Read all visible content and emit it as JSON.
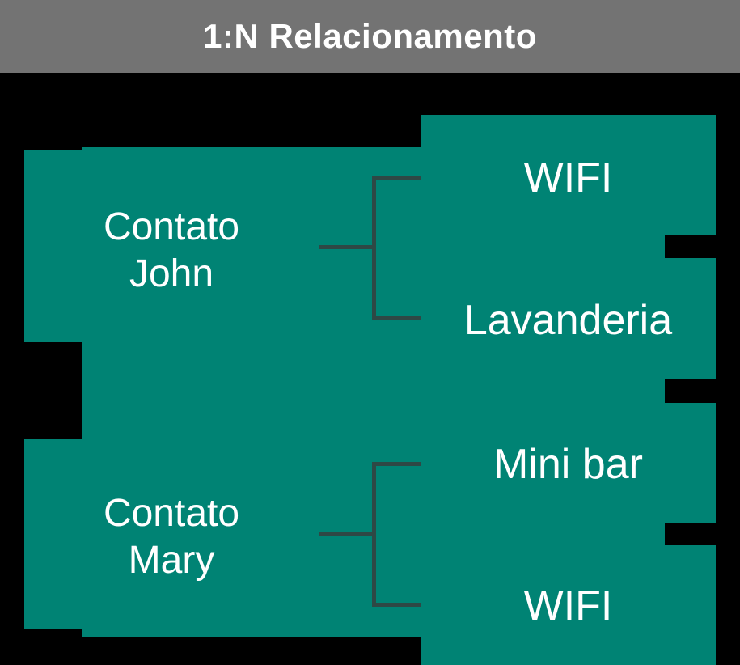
{
  "header": {
    "title": "1:N Relacionamento"
  },
  "colors": {
    "background": "#000000",
    "header_bar": "#737373",
    "box_teal": "#008374",
    "connector": "#2e4845",
    "text": "#ffffff"
  },
  "diagram": {
    "contacts": [
      {
        "line1": "Contato",
        "line2": "John"
      },
      {
        "line1": "Contato",
        "line2": "Mary"
      }
    ],
    "services": [
      {
        "label": "WIFI"
      },
      {
        "label": "Lavanderia"
      },
      {
        "label": "Mini bar"
      },
      {
        "label": "WIFI"
      }
    ],
    "relationships": [
      {
        "from": "Contato John",
        "to": [
          "WIFI",
          "Lavanderia"
        ]
      },
      {
        "from": "Contato Mary",
        "to": [
          "Mini bar",
          "WIFI"
        ]
      }
    ]
  }
}
